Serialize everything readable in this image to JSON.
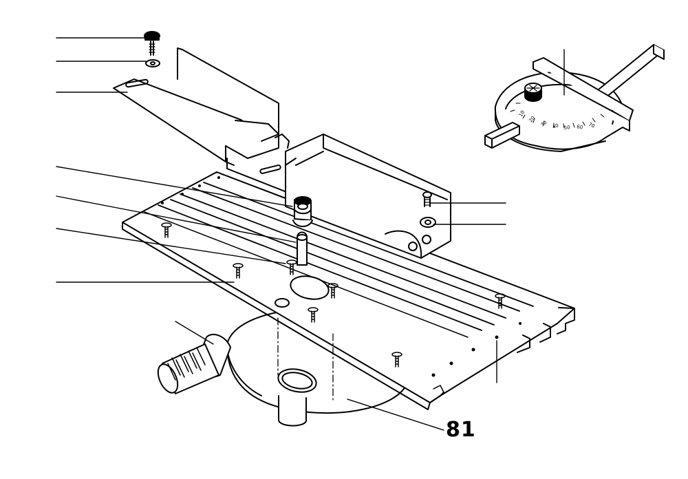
{
  "diagram": {
    "callout": {
      "label": "81"
    },
    "protractor_scale": [
      "10",
      "20",
      "30",
      "40",
      "50",
      "60",
      "70"
    ],
    "leader_count": 13
  }
}
